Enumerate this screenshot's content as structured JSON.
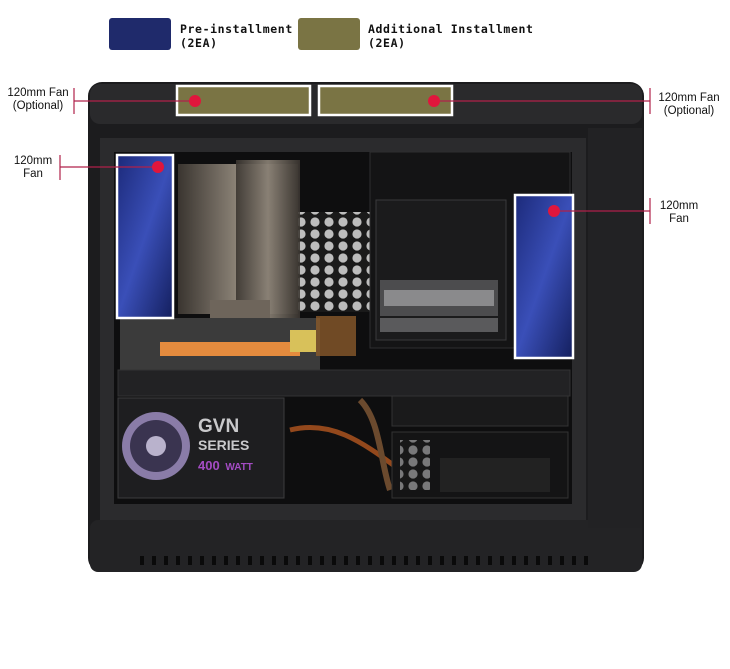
{
  "legend": {
    "pre_installment": {
      "label": "Pre-installment",
      "sub": "(2EA)",
      "color": "#1f2a6b"
    },
    "additional_installment": {
      "label": "Additional Installment",
      "sub": "(2EA)",
      "color": "#7a7444"
    }
  },
  "callouts": {
    "top_left": {
      "line1": "120mm Fan",
      "line2": "(Optional)"
    },
    "top_right": {
      "line1": "120mm Fan",
      "line2": "(Optional)"
    },
    "side_left": {
      "line1": "120mm",
      "line2": "Fan"
    },
    "side_right": {
      "line1": "120mm",
      "line2": "Fan"
    }
  },
  "psu": {
    "brand_line1": "GVN",
    "brand_line2": "SERIES",
    "rating": "400",
    "rating_unit": "WATT"
  },
  "colors": {
    "callout_line": "#b0204a",
    "marker": "#e0163c",
    "case_body": "#1c1c1e",
    "highlight_border": "#ffffff"
  }
}
